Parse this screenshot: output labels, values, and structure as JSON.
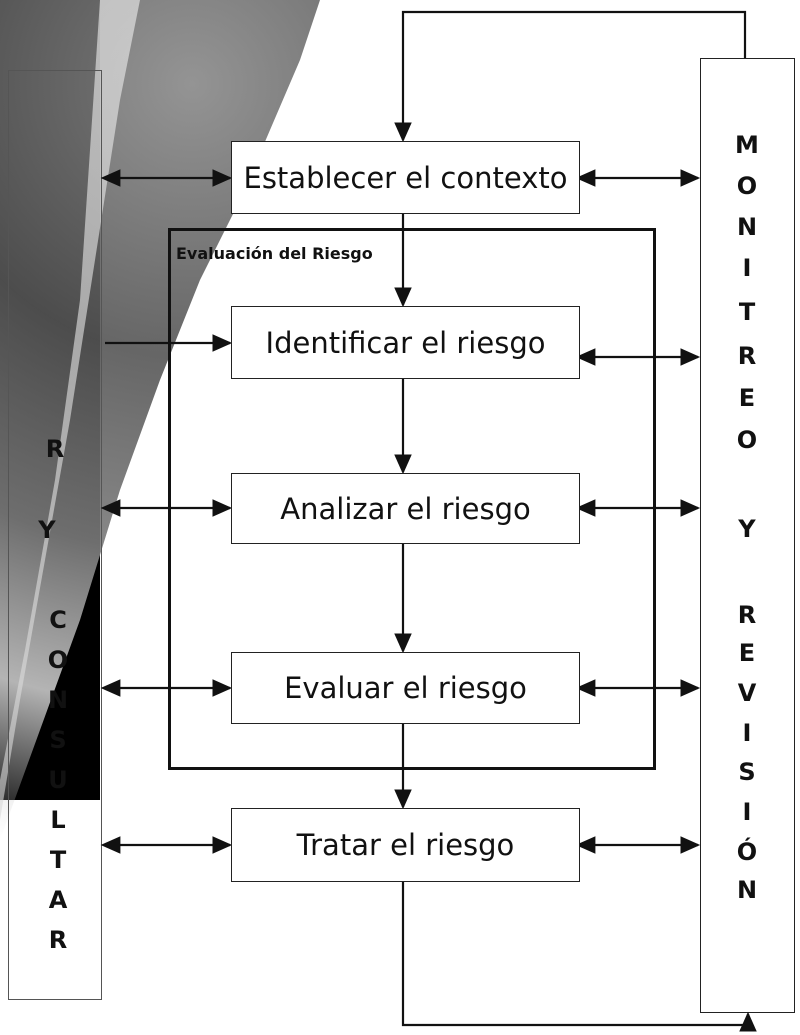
{
  "frame_label": "Evaluación del Riesgo",
  "steps": [
    "Establecer el contexto",
    "Identificar el riesgo",
    "Analizar el riesgo",
    "Evaluar el riesgo",
    "Tratar el riesgo"
  ],
  "right_column": [
    "M",
    "O",
    "N",
    "I",
    "T",
    "R",
    "E",
    "O",
    "",
    "Y",
    "",
    "R",
    "E",
    "V",
    "I",
    "S",
    "I",
    "Ó",
    "N"
  ],
  "left_column": [
    "R",
    "Y",
    "C",
    "O",
    "N",
    "S",
    "U",
    "L",
    "T",
    "A",
    "R"
  ],
  "colors": {
    "line": "#111111",
    "box_border": "#222222",
    "dark_bg": "#000000"
  }
}
